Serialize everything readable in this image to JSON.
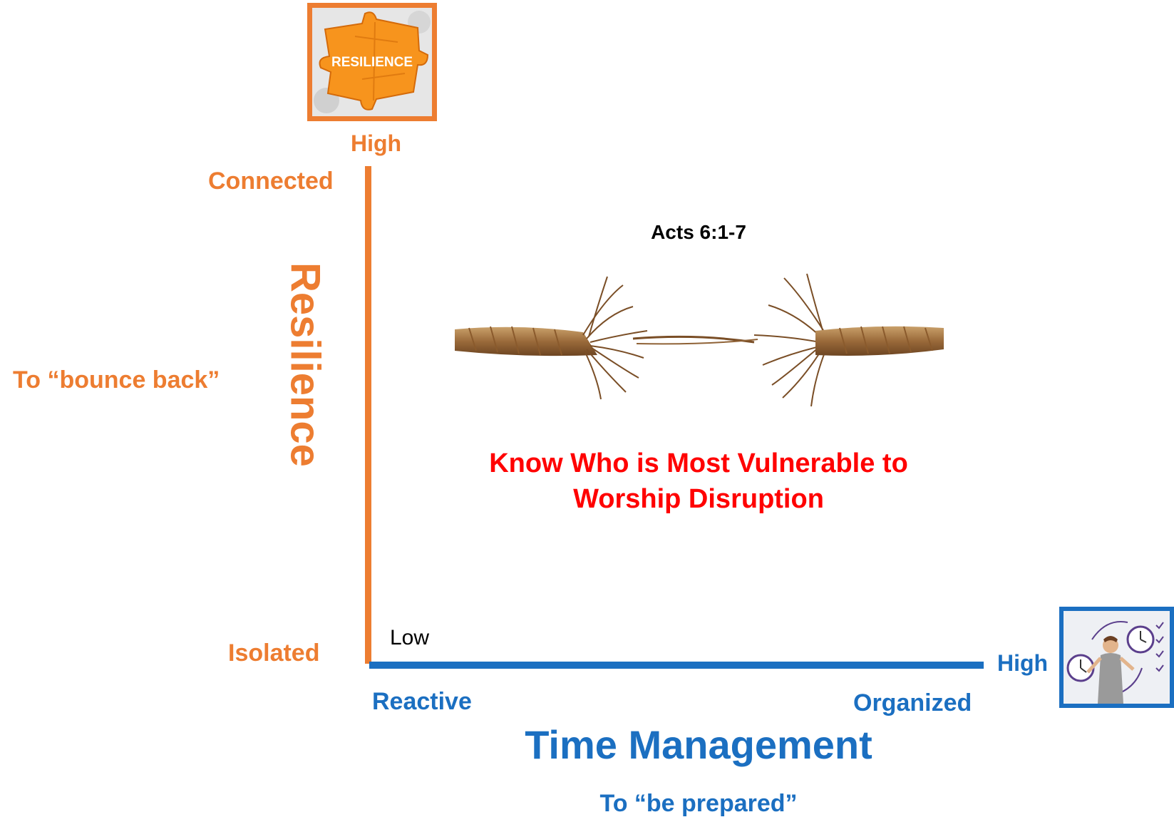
{
  "thumb": {
    "puzzle_text": "RESILIENCE"
  },
  "y_axis": {
    "title": "Resilience",
    "high_label": "High",
    "top_label": "Connected",
    "bottom_label": "Isolated",
    "description": "To “bounce back”",
    "low_label": "Low"
  },
  "x_axis": {
    "title": "Time Management",
    "left_label": "Reactive",
    "right_label": "Organized",
    "high_label": "High",
    "description": "To “be prepared”"
  },
  "content": {
    "reference": "Acts 6:1-7",
    "headline_line1": "Know Who is Most Vulnerable to",
    "headline_line2": "Worship Disruption"
  },
  "colors": {
    "resilience": "#ED7D31",
    "time_management": "#1B6FC1",
    "headline": "#FF0000"
  },
  "icons": [
    "puzzle-pieces-image",
    "frayed-rope-image",
    "clock-juggler-image"
  ]
}
